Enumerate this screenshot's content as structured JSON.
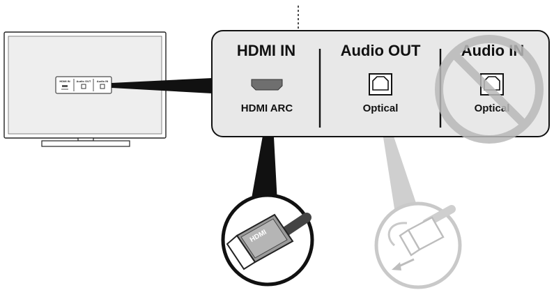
{
  "panel": {
    "hdmi_in": {
      "header": "HDMI IN",
      "port_label": "HDMI ARC"
    },
    "audio_out": {
      "header": "Audio OUT",
      "port_label": "Optical"
    },
    "audio_in": {
      "header": "Audio IN",
      "port_label": "Optical",
      "status": "prohibited"
    }
  },
  "tv_thumbnail": {
    "labels": [
      "HDMI IN",
      "Audio OUT",
      "Audio IN"
    ]
  },
  "cable_plug_text": "HDMI",
  "colors": {
    "panel_fill": "#e8e8e8",
    "outline": "#111111",
    "prohibit_sign": "#b9b9b9",
    "faded_optical_cable": "#c9c9c9",
    "hdmi_port": "#6f6f6f"
  },
  "icons": [
    "hdmi-port-icon",
    "optical-port-icon",
    "prohibited-sign-icon",
    "hdmi-cable-plug-icon",
    "optical-cable-plug-icon",
    "arrow-out-icon"
  ]
}
